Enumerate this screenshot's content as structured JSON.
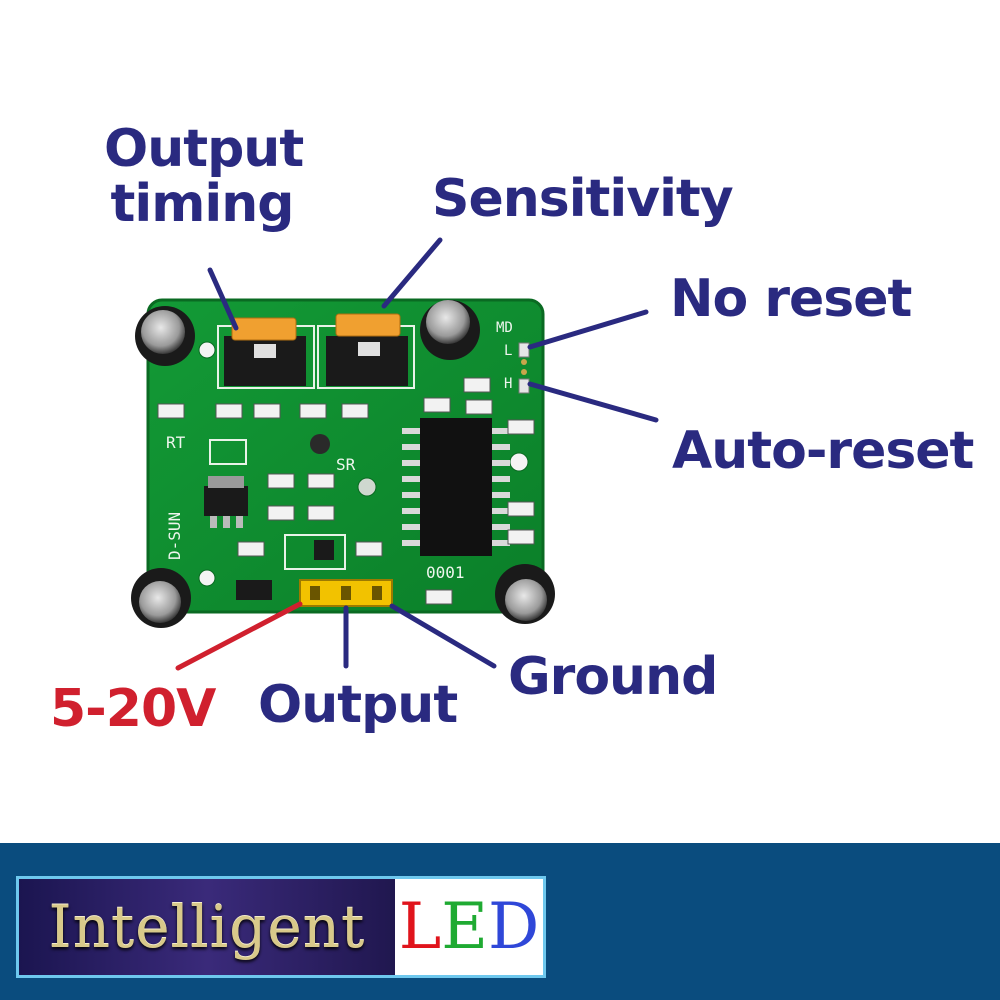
{
  "labels": {
    "output_timing_line1": "Output",
    "output_timing_line2": "timing",
    "sensitivity": "Sensitivity",
    "no_reset": "No reset",
    "auto_reset": "Auto-reset",
    "voltage": "5-20V",
    "output": "Output",
    "ground": "Ground"
  },
  "board": {
    "silkscreen_md": "MD",
    "silkscreen_l": "L",
    "silkscreen_h": "H",
    "silkscreen_rt": "RT",
    "silkscreen_sr": "SR",
    "silkscreen_brand": "D-SUN",
    "silkscreen_code": "0001"
  },
  "brand": {
    "name_part1": "Intelligent",
    "name_part2": "LED",
    "letter_l": "L",
    "letter_e": "E",
    "letter_d": "D"
  },
  "colors": {
    "label_text": "#2a2a80",
    "voltage_text": "#d0202e",
    "pcb_green": "#0f8f2f",
    "header_pins": "#f2c200",
    "pot_orange": "#f0a030",
    "footer_bg": "#0a4c7e",
    "logo_border": "#6ec8ee",
    "letter_l": "#e0141c",
    "letter_e": "#1faa32",
    "letter_d": "#2f47d8"
  }
}
